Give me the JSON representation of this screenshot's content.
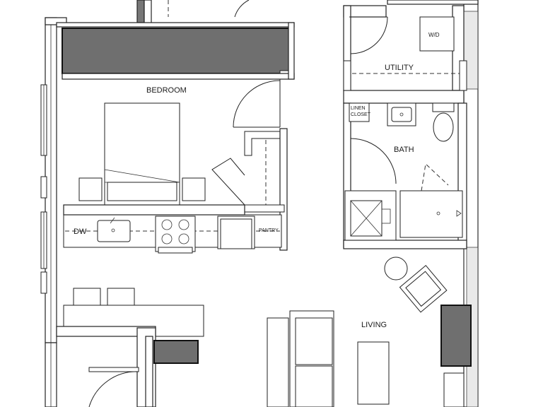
{
  "rooms": {
    "bedroom": "BEDROOM",
    "utility": "UTILITY",
    "washer_dryer": "W/D",
    "linen_closet_line1": "LINEN",
    "linen_closet_line2": "CLOSET",
    "bath": "BATH",
    "dishwasher": "DW",
    "pantry": "PANTRY",
    "living": "LIVING"
  },
  "colors": {
    "wall_dark": "#777777",
    "storage_fill": "#6f6f6f",
    "line": "#222222"
  }
}
